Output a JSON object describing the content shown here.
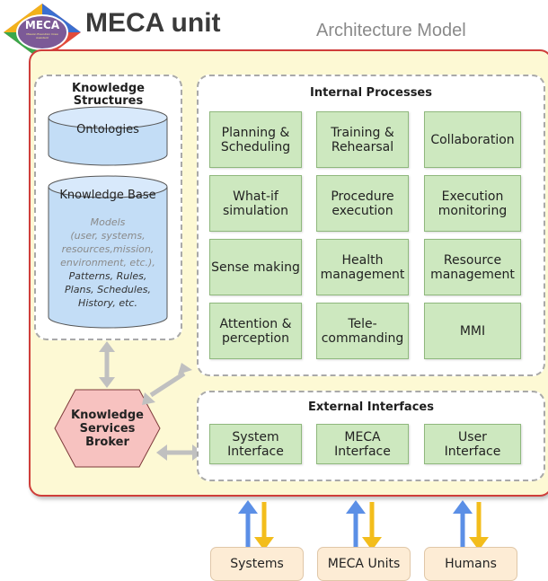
{
  "header": {
    "logo_text": "MECA",
    "logo_small_text": "Mission Execution Crew Assistant",
    "title": "MECA unit",
    "subtitle": "Architecture Model"
  },
  "knowledge_structures": {
    "title": "Knowledge\nStructures",
    "ontologies": "Ontologies",
    "knowledge_base": "Knowledge Base",
    "models_lines": [
      "Models",
      "(user, systems,",
      "resources,mission,",
      "environment, etc.),",
      "Patterns, Rules,",
      "Plans, Schedules,",
      "History, etc."
    ]
  },
  "internal_processes": {
    "title": "Internal Processes",
    "cells": [
      "Planning &\nScheduling",
      "Training &\nRehearsal",
      "Collaboration",
      "What-if\nsimulation",
      "Procedure\nexecution",
      "Execution\nmonitoring",
      "Sense making",
      "Health\nmanagement",
      "Resource\nmanagement",
      "Attention &\nperception",
      "Tele-\ncommanding",
      "MMI"
    ]
  },
  "external_interfaces": {
    "title": "External Interfaces",
    "cells": [
      "System\nInterface",
      "MECA\nInterface",
      "User\nInterface"
    ]
  },
  "broker": {
    "label": "Knowledge\nServices\nBroker"
  },
  "external_entities": [
    "Systems",
    "MECA Units",
    "Humans"
  ],
  "colors": {
    "outer_border": "#cf3e3a",
    "outer_fill": "#fdf9d4",
    "process_fill": "#cde8bf",
    "cylinder_fill": "#c3ddf6",
    "broker_fill": "#f7c2c0",
    "entity_fill": "#fdecd5",
    "arrow_up": "#5b8fe6",
    "arrow_down": "#f3bd1c",
    "connector": "#c0c0c0"
  }
}
